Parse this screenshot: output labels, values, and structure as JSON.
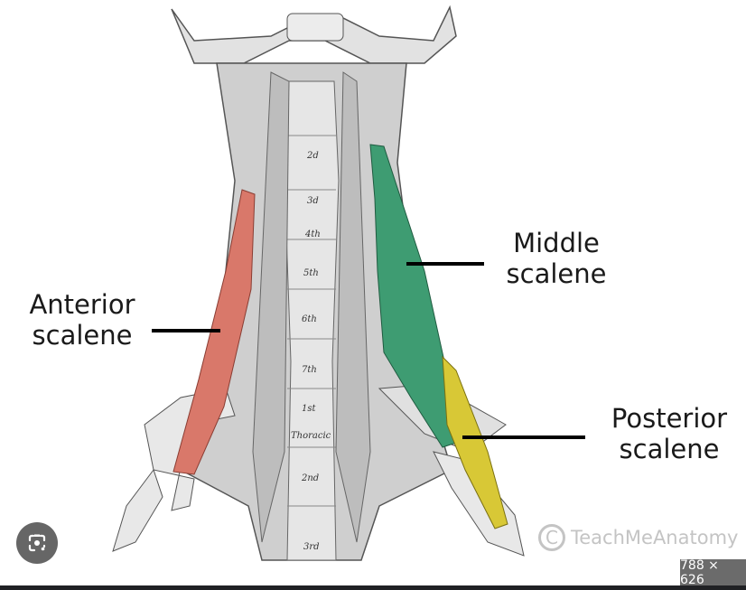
{
  "labels": {
    "anterior": [
      "Anterior",
      "scalene"
    ],
    "middle": [
      "Middle",
      "scalene"
    ],
    "posterior": [
      "Posterior",
      "scalene"
    ]
  },
  "vertebra_labels": [
    "2d",
    "3d",
    "4th",
    "5th",
    "6th",
    "7th",
    "1st",
    "Thoracic",
    "2nd",
    "3rd"
  ],
  "watermark": {
    "symbol": "C",
    "text": "TeachMeAnatomy"
  },
  "image_dimensions": "788 × 626",
  "icons": {
    "lens": "google-lens-icon"
  },
  "colors": {
    "anterior": "#d9786a",
    "middle": "#3e9c72",
    "posterior": "#d8c836",
    "bone": "#e4e4e4",
    "muscle": "#c9c9c9"
  }
}
